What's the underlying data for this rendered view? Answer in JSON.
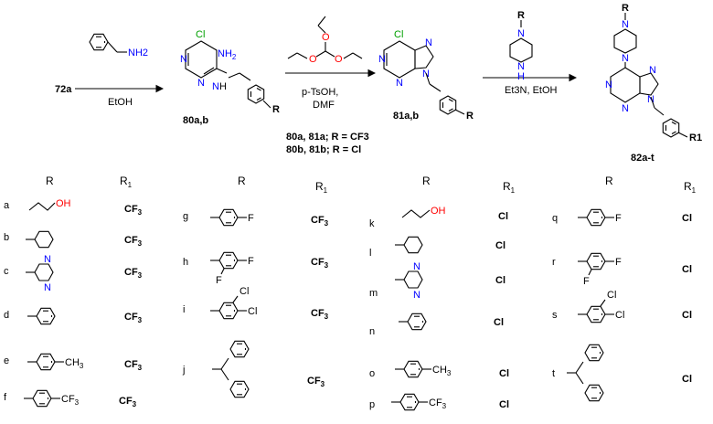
{
  "scheme": {
    "start_compound": "72a",
    "step1": {
      "reagent": "NH2",
      "solvent": "EtOH",
      "product": "80a,b"
    },
    "step2": {
      "reagent1": "p-TsOH,",
      "reagent2": "DMF",
      "product": "81a,b",
      "note1": "80a, 81a; R = CF3",
      "note2": "80b, 81b; R = Cl"
    },
    "step3": {
      "reagent": "Et3N, EtOH",
      "product": "82a-t"
    }
  },
  "table": {
    "header_r": "R",
    "header_r1": "R1",
    "groups": [
      {
        "rows": [
          {
            "id": "a",
            "r": "propanol",
            "r1": "CF3"
          },
          {
            "id": "b",
            "r": "cyclohexyl",
            "r1": "CF3"
          },
          {
            "id": "c",
            "r": "2-pyrimidinyl",
            "r1": "CF3"
          },
          {
            "id": "d",
            "r": "phenyl",
            "r1": "CF3"
          },
          {
            "id": "e",
            "r": "4-methylphenyl",
            "r1": "CF3"
          },
          {
            "id": "f",
            "r": "4-CF3-phenyl",
            "r1": "CF3"
          }
        ]
      },
      {
        "rows": [
          {
            "id": "g",
            "r": "4-fluorophenyl",
            "r1": "CF3"
          },
          {
            "id": "h",
            "r": "2,4-difluorophenyl",
            "r1": "CF3"
          },
          {
            "id": "i",
            "r": "3,4-dichlorophenyl",
            "r1": "CF3"
          },
          {
            "id": "j",
            "r": "benzhydryl",
            "r1": "CF3"
          }
        ]
      },
      {
        "rows": [
          {
            "id": "k",
            "r": "propanol",
            "r1": "Cl"
          },
          {
            "id": "l",
            "r": "cyclohexyl",
            "r1": "Cl"
          },
          {
            "id": "m",
            "r": "2-pyrimidinyl",
            "r1": "Cl"
          },
          {
            "id": "n",
            "r": "phenyl",
            "r1": "Cl"
          },
          {
            "id": "o",
            "r": "4-methylphenyl",
            "r1": "Cl"
          },
          {
            "id": "p",
            "r": "4-CF3-phenyl",
            "r1": "Cl"
          }
        ]
      },
      {
        "rows": [
          {
            "id": "q",
            "r": "4-fluorophenyl",
            "r1": "Cl"
          },
          {
            "id": "r",
            "r": "2,4-difluorophenyl",
            "r1": "Cl"
          },
          {
            "id": "s",
            "r": "3,4-dichlorophenyl",
            "r1": "Cl"
          },
          {
            "id": "t",
            "r": "benzhydryl",
            "r1": "Cl"
          }
        ]
      }
    ]
  }
}
